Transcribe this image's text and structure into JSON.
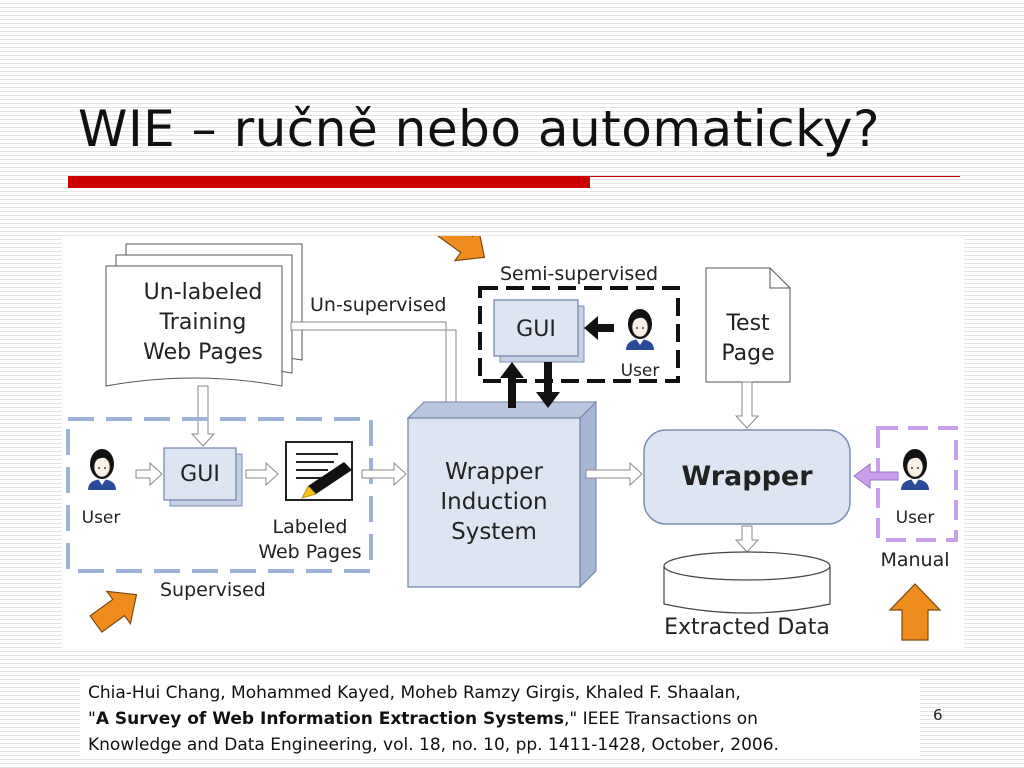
{
  "slide": {
    "title": "WIE – ručně nebo automaticky?",
    "page_number": "6",
    "accent_color": "#cc0000"
  },
  "diagram": {
    "unlabeled_pages": [
      "Un-labeled",
      "Training",
      "Web Pages"
    ],
    "unsupervised_label": "Un-supervised",
    "semi_supervised_label": "Semi-supervised",
    "semi_gui_label": "GUI",
    "semi_user_label": "User",
    "test_page": [
      "Test",
      "Page"
    ],
    "left_user_label": "User",
    "left_gui_label": "GUI",
    "labeled_pages": [
      "Labeled",
      "Web Pages"
    ],
    "supervised_label": "Supervised",
    "wrapper_induction": [
      "Wrapper",
      "Induction",
      "System"
    ],
    "wrapper_label": "Wrapper",
    "right_user_label": "User",
    "manual_label": "Manual",
    "extracted_data_label": "Extracted Data",
    "colors": {
      "box_fill": "#dde5f2",
      "box_stroke": "#7b8fb4",
      "supervised_dash": "#9db3d8",
      "manual_dash": "#c8a0ec",
      "highlight_arrow": "#f08c1e"
    }
  },
  "citation": {
    "authors": "Chia-Hui Chang, Mohammed Kayed, Moheb Ramzy Girgis, Khaled F. Shaalan,",
    "quote_open": "\"",
    "paper_title": "A Survey of Web Information Extraction Systems",
    "after_title": ",\" IEEE Transactions on",
    "venue": "Knowledge and Data Engineering, vol. 18, no. 10, pp. 1411-1428, October, 2006."
  }
}
